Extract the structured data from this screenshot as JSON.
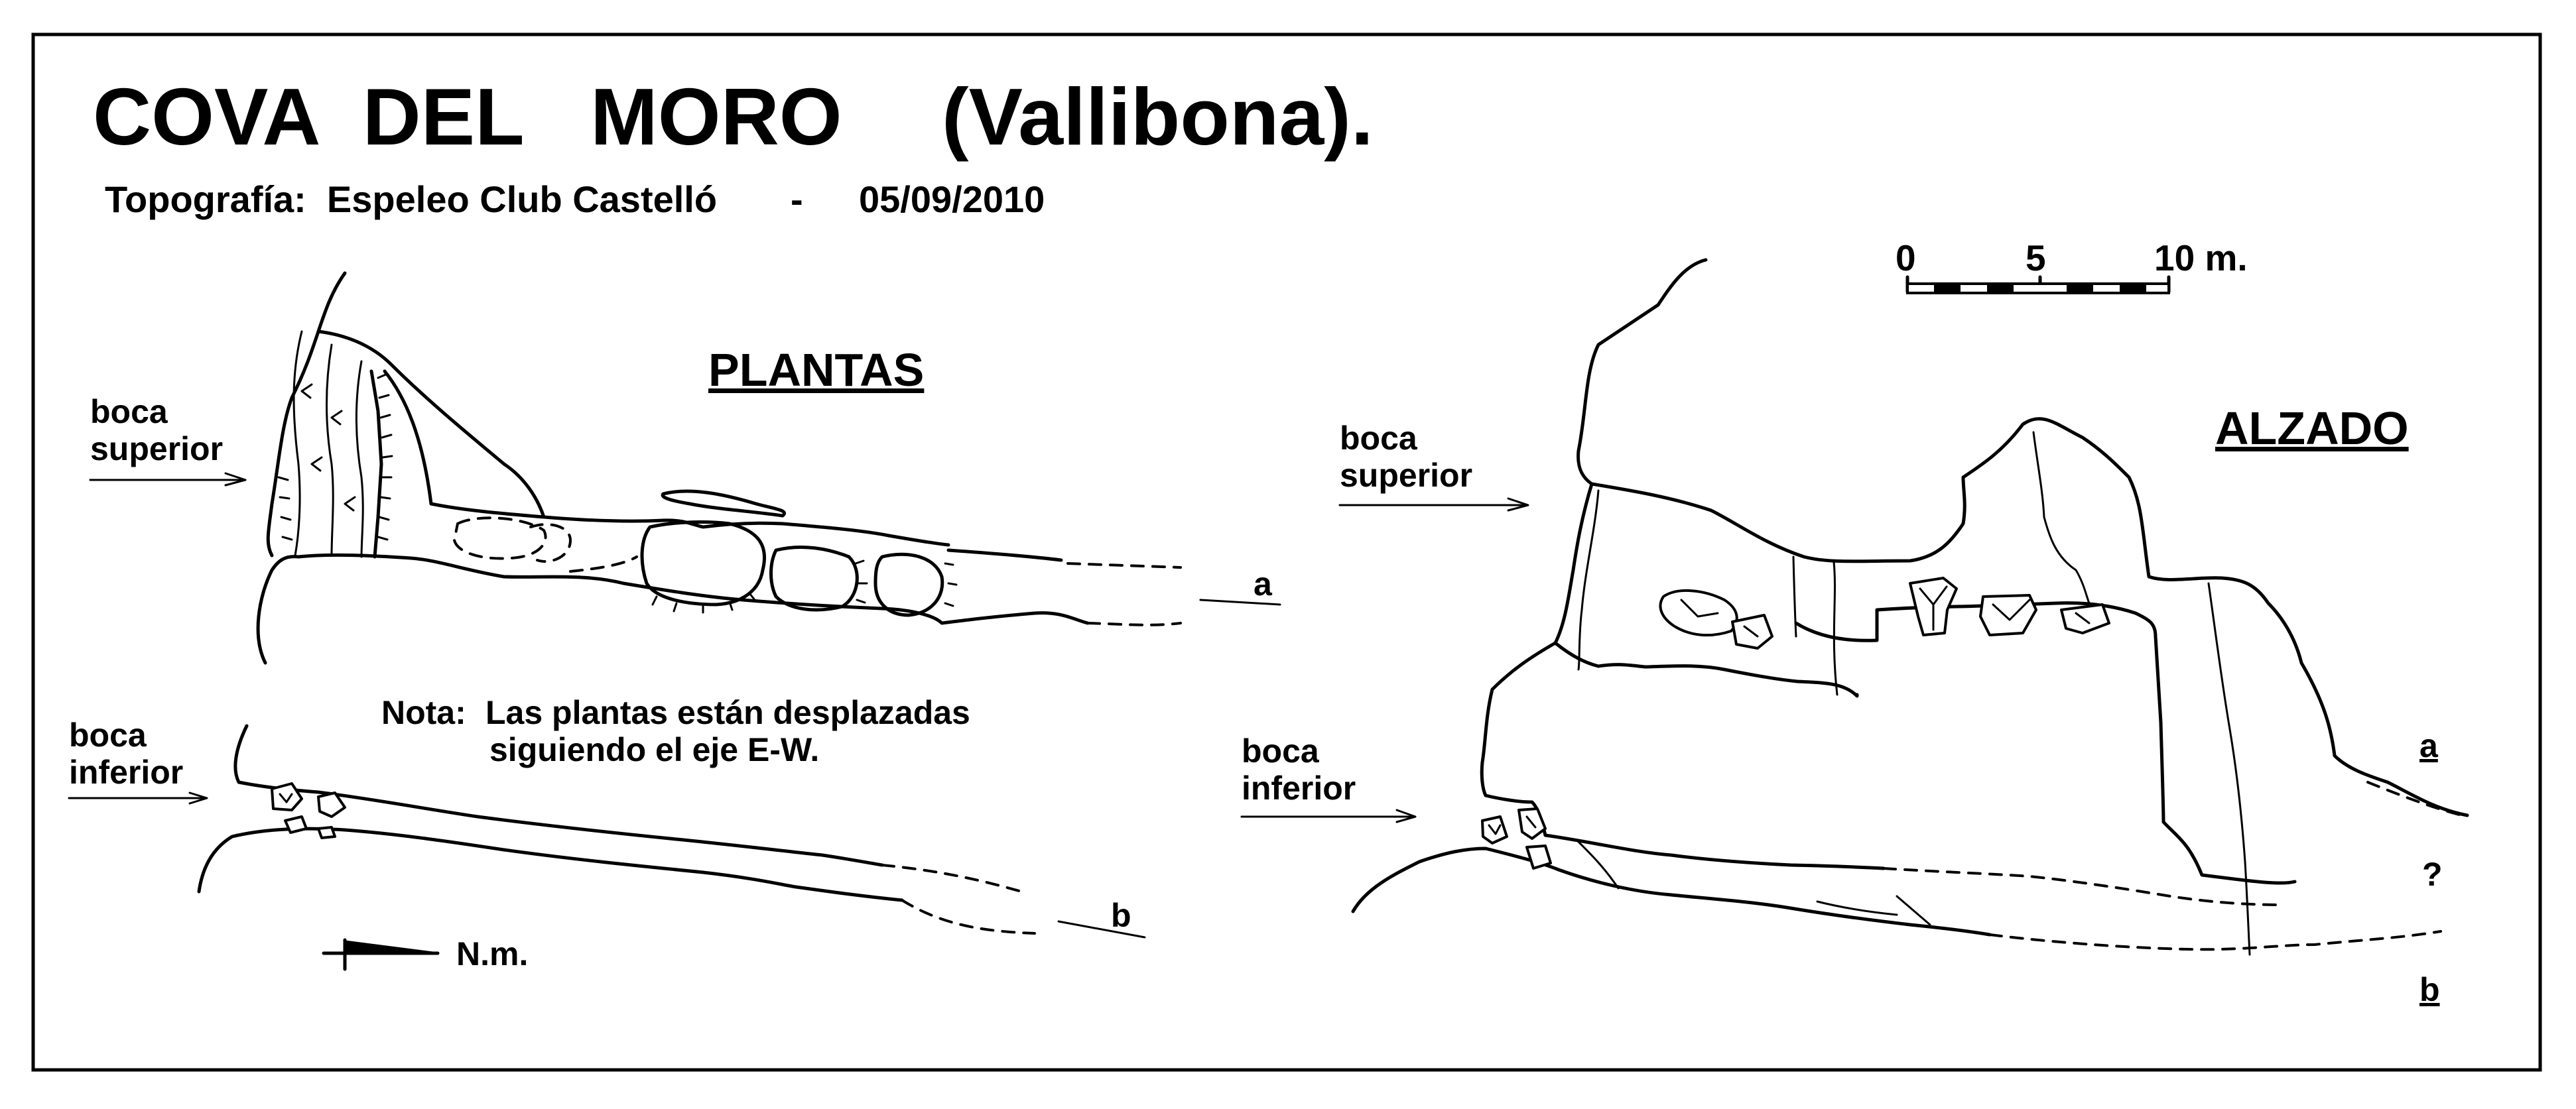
{
  "header": {
    "title": "COVA  DEL   MORO",
    "location": "(Vallibona).",
    "credit": "Topografía:  Espeleo Club Castelló",
    "separator": "-",
    "date": "05/09/2010"
  },
  "scale_bar": {
    "tick_0": "0",
    "tick_5": "5",
    "tick_10": "10 m."
  },
  "plan": {
    "heading": "PLANTAS",
    "upper_entrance": {
      "line1": "boca",
      "line2": "superior"
    },
    "lower_entrance": {
      "line1": "boca",
      "line2": "inferior"
    },
    "marker_a": "a",
    "marker_b": "b",
    "note_label": "Nota:",
    "note_line1": "Las plantas están desplazadas",
    "note_line2": "siguiendo el eje E-W.",
    "north_label": "N.m."
  },
  "elevation": {
    "heading": "ALZADO",
    "upper_entrance": {
      "line1": "boca",
      "line2": "superior"
    },
    "lower_entrance": {
      "line1": "boca",
      "line2": "inferior"
    },
    "marker_a": "a",
    "marker_unknown": "?",
    "marker_b": "b"
  }
}
